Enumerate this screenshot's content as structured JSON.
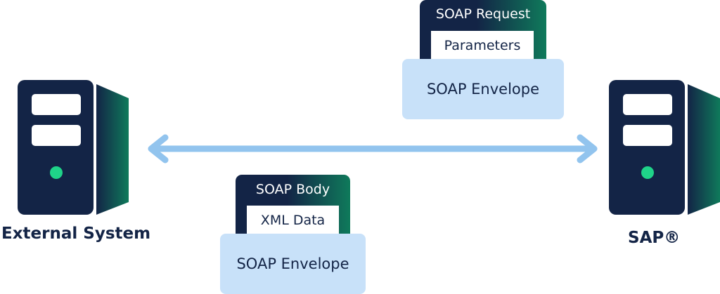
{
  "systems": {
    "left_label": "External System",
    "right_label": "SAP®"
  },
  "request_packet": {
    "tab_label": "SOAP Request",
    "inner_label": "Parameters",
    "envelope_label": "SOAP Envelope"
  },
  "body_packet": {
    "tab_label": "SOAP Body",
    "inner_label": "XML Data",
    "envelope_label": "SOAP Envelope"
  },
  "colors": {
    "server_dark": "#132446",
    "server_accent": "#0f7a5b",
    "status_light": "#1fd389",
    "arrow": "#92c4ee",
    "envelope_fill": "#c8e1f9",
    "text_dark": "#132446"
  }
}
